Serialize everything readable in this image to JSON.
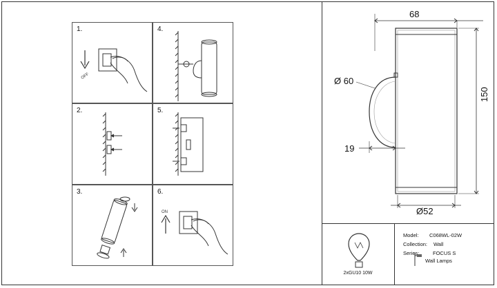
{
  "steps": [
    "1.",
    "4.",
    "2.",
    "5.",
    "3.",
    "6."
  ],
  "dimensions": {
    "width_top": "68",
    "diameter_base": "Ø 60",
    "base_depth": "19",
    "height": "150",
    "diameter_bottom": "Ø52"
  },
  "bulb": {
    "caption": "2xGU10 10W"
  },
  "info": {
    "model_label": "Model:",
    "model_value": "C068WL-02W",
    "collection_label": "Collection:",
    "collection_value": "Wall",
    "series_label": "Series:",
    "series_value": "FOCUS S",
    "type_value": "Wall Lamps"
  },
  "switch_labels": {
    "off": "OFF",
    "on": "ON"
  }
}
